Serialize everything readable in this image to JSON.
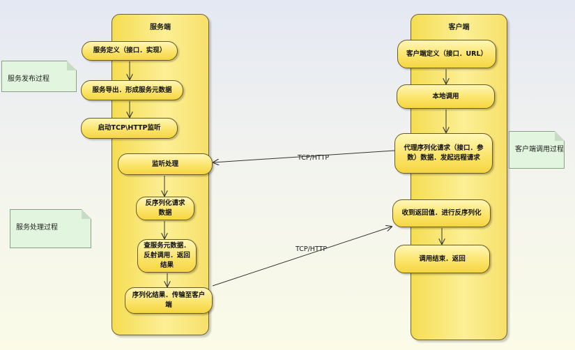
{
  "server": {
    "title": "服务端",
    "activities": [
      "服务定义（接口．实现）",
      "服务导出．形成服务元数据",
      "启动TCP\\HTTP监听",
      "监听处理",
      "反序列化请求数据",
      "查服务元数据．反射调用．返回结果",
      "序列化结果．传输至客户端"
    ]
  },
  "client": {
    "title": "客户端",
    "activities": [
      "客户端定义（接口．URL）",
      "本地调用",
      "代理序列化请求（接口．参数）数据．发起远程请求",
      "收到返回值．进行反序列化",
      "调用结束．返回"
    ]
  },
  "notes": {
    "publish": "服务发布过程",
    "handle": "服务处理过程",
    "invoke": "客户端调用过程"
  },
  "edges": {
    "request_label": "TCP/HTTP",
    "response_label": "TCP/HTTP"
  }
}
